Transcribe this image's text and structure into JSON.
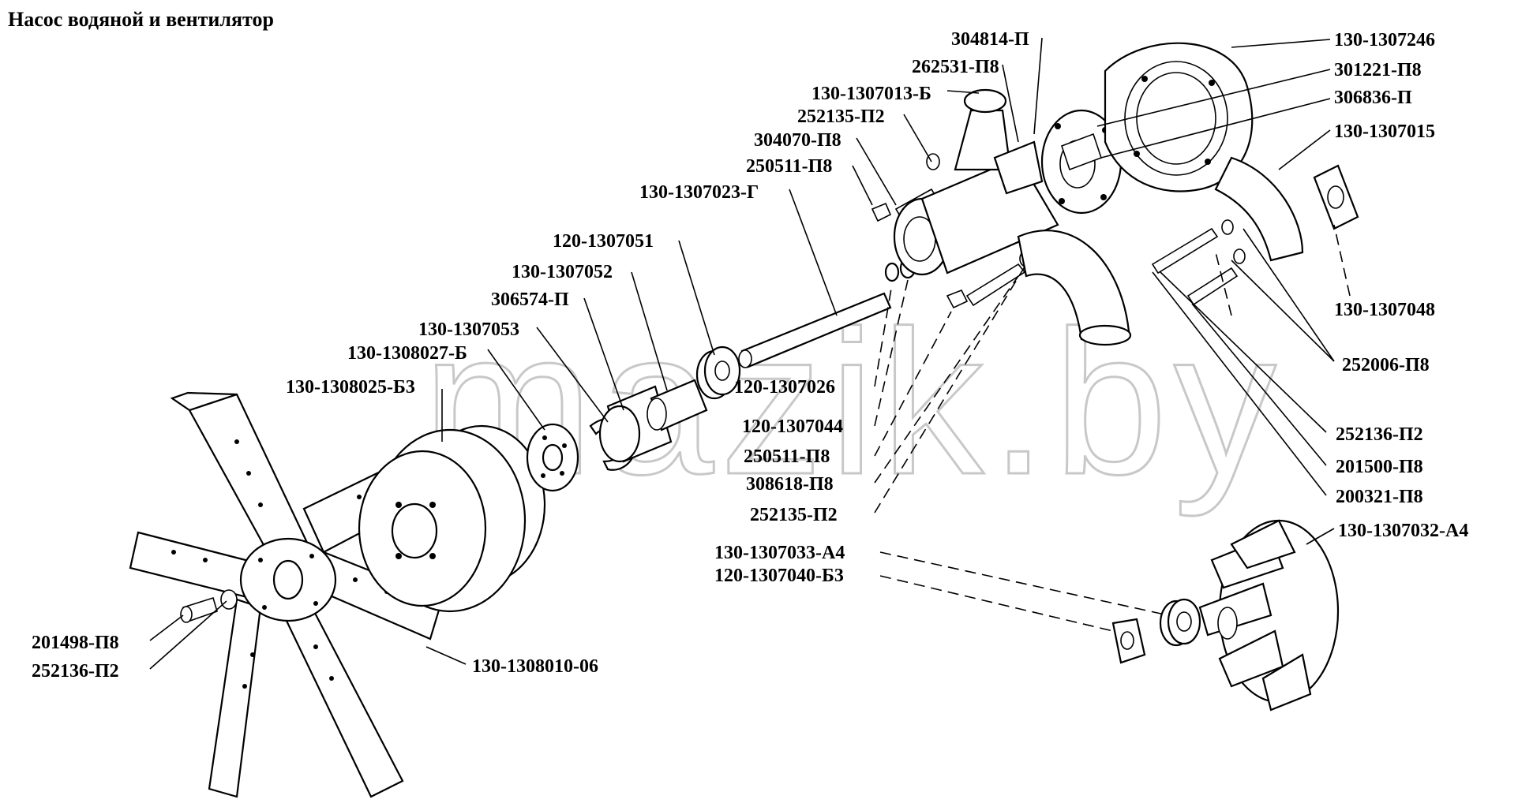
{
  "title": "Насос водяной и вентилятор",
  "watermark": "mazik.by",
  "labels": [
    "304814-П",
    "262531-П8",
    "130-1307013-Б",
    "252135-П2",
    "304070-П8",
    "250511-П8",
    "130-1307023-Г",
    "120-1307051",
    "130-1307052",
    "306574-П",
    "130-1307053",
    "130-1308027-Б",
    "130-1308025-Б3",
    "120-1307026",
    "120-1307044",
    "250511-П8",
    "308618-П8",
    "252135-П2",
    "130-1307033-А4",
    "120-1307040-Б3",
    "201498-П8",
    "252136-П2",
    "130-1308010-06",
    "130-1307246",
    "301221-П8",
    "306836-П",
    "130-1307015",
    "130-1307048",
    "252006-П8",
    "252136-П2",
    "201500-П8",
    "200321-П8",
    "130-1307032-А4"
  ]
}
